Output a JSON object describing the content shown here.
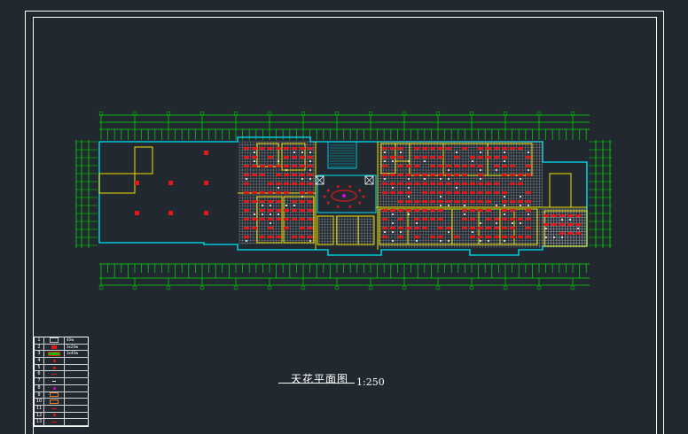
{
  "drawing": {
    "title": "天花平面图",
    "scale": "1:250"
  },
  "legend": {
    "rows": [
      {
        "no": "1",
        "symbol": "grid",
        "text": "40w"
      },
      {
        "no": "2",
        "symbol": "red-square",
        "text": "3x20w"
      },
      {
        "no": "3",
        "symbol": "green-bar",
        "text": "3x40w"
      },
      {
        "no": "4",
        "symbol": "red-dot",
        "text": ""
      },
      {
        "no": "5",
        "symbol": "red-dot",
        "text": ""
      },
      {
        "no": "6",
        "symbol": "red-dash",
        "text": ""
      },
      {
        "no": "7",
        "symbol": "white-mark",
        "text": ""
      },
      {
        "no": "8",
        "symbol": "magenta-dot",
        "text": ""
      },
      {
        "no": "9",
        "symbol": "orange-box",
        "text": ""
      },
      {
        "no": "10",
        "symbol": "orange-box",
        "text": ""
      },
      {
        "no": "11",
        "symbol": "red-dash",
        "text": ""
      },
      {
        "no": "12",
        "symbol": "red-dot",
        "text": ""
      },
      {
        "no": "13",
        "symbol": "red-dash",
        "text": ""
      }
    ]
  },
  "colors": {
    "background": "#212830",
    "frame": "#ffffff",
    "dimension": "#00e000",
    "wall": "#00c8d8",
    "partition": "#f0e000",
    "fixture": "#e01818",
    "ceiling_grid": "#c0c4c8",
    "accent": "#e000e0"
  }
}
